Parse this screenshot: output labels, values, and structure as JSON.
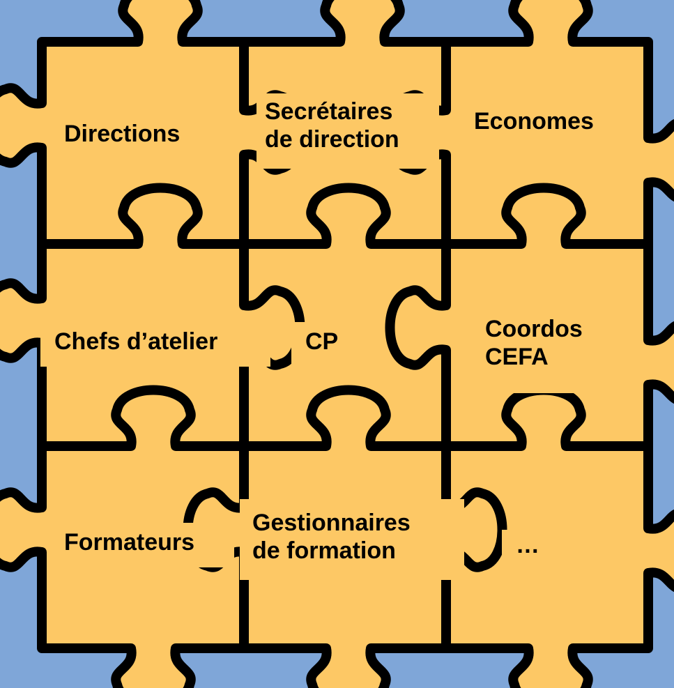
{
  "colors": {
    "background": "#7fa6d8",
    "piece_fill": "#fdc865",
    "outline": "#000000"
  },
  "pieces": [
    {
      "id": "directions",
      "lines": [
        "Directions"
      ]
    },
    {
      "id": "secretaires",
      "lines": [
        "Secrétaires",
        "de direction"
      ]
    },
    {
      "id": "economes",
      "lines": [
        "Economes"
      ]
    },
    {
      "id": "chefs",
      "lines": [
        "Chefs d’atelier"
      ]
    },
    {
      "id": "cp",
      "lines": [
        "CP"
      ]
    },
    {
      "id": "coordos",
      "lines": [
        "Coordos",
        "CEFA"
      ]
    },
    {
      "id": "formateurs",
      "lines": [
        "Formateurs"
      ]
    },
    {
      "id": "gestionnaires",
      "lines": [
        "Gestionnaires",
        "de formation"
      ]
    },
    {
      "id": "more",
      "lines": [
        "…"
      ]
    }
  ]
}
